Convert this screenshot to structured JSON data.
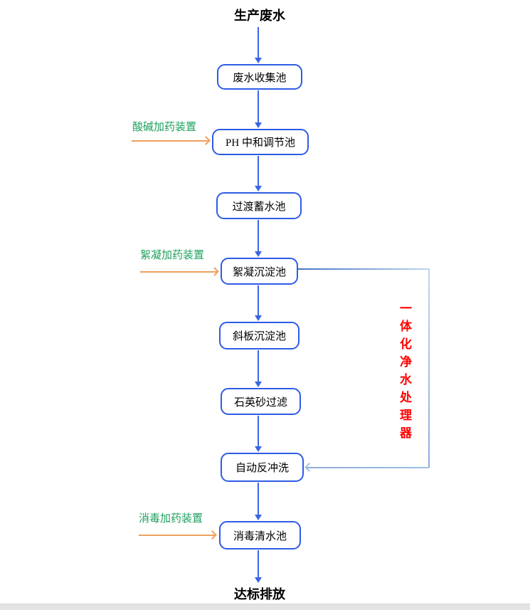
{
  "title": "生产废水",
  "footer": "达标排放",
  "nodes": [
    {
      "label": "废水收集池"
    },
    {
      "label": "PH 中和调节池"
    },
    {
      "label": "过渡蓄水池"
    },
    {
      "label": "絮凝沉淀池"
    },
    {
      "label": "斜板沉淀池"
    },
    {
      "label": "石英砂过滤"
    },
    {
      "label": "自动反冲洗"
    },
    {
      "label": "消毒清水池"
    }
  ],
  "side_inputs": [
    {
      "label": "酸碱加药装置",
      "target": "PH 中和调节池"
    },
    {
      "label": "絮凝加药装置",
      "target": "絮凝沉淀池"
    },
    {
      "label": "消毒加药装置",
      "target": "消毒清水池"
    }
  ],
  "loop": {
    "label": "一体化净水处理器",
    "from": "絮凝沉淀池",
    "to": "自动反冲洗"
  },
  "colors": {
    "box_border": "#2e5ce6",
    "flow_arrow": "#3b66e3",
    "dosing_label": "#1fa15d",
    "dosing_arrow": "#eda05f",
    "loop_line": "#9cc2e5",
    "loop_label": "#ff0000",
    "text": "#000000"
  }
}
